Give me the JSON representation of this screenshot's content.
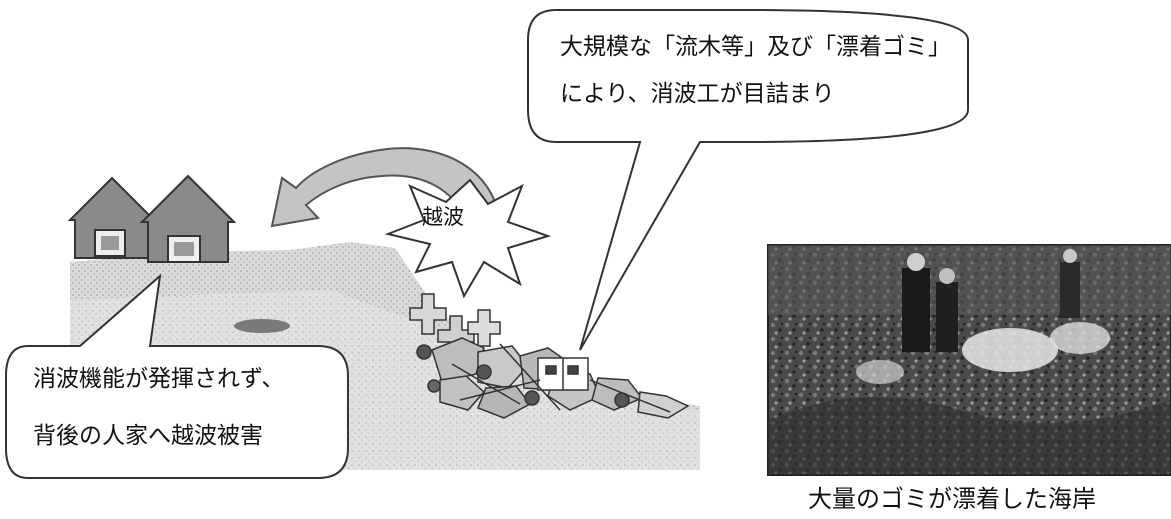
{
  "callout_top": {
    "line1": "大規模な「流木等」及び「漂着ゴミ」",
    "line2": "により、消波工が目詰まり"
  },
  "callout_left": {
    "line1": "消波機能が発揮されず、",
    "line2": "背後の人家へ越波被害"
  },
  "overtopping_label": "越波",
  "photo_caption": "大量のゴミが漂着した海岸",
  "colors": {
    "house_fill": "#8a8a8a",
    "ground_fill": "#d2d2d2",
    "arrow_fill": "#c4c4c4",
    "outline": "#333333",
    "photo_dark": "#3a3a3a"
  }
}
